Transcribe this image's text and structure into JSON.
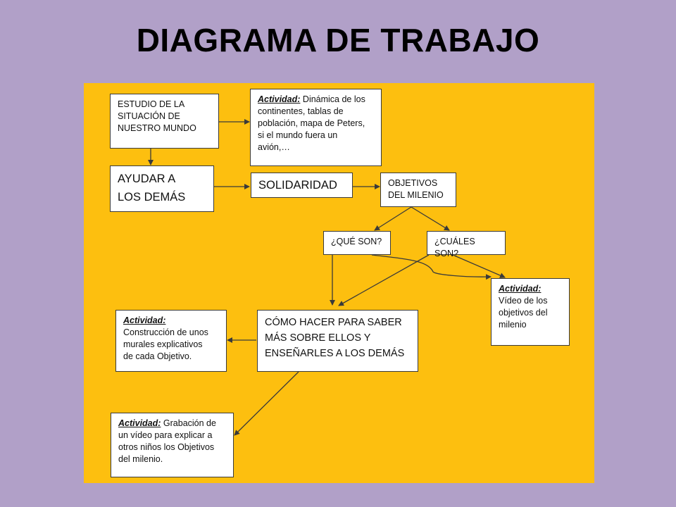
{
  "title": "DIAGRAMA DE TRABAJO",
  "colors": {
    "background": "#b1a0c8",
    "panel": "#fdbf0f",
    "box": "#ffffff",
    "arrow": "#3a3a3a"
  },
  "boxes": {
    "estudio": {
      "lines": [
        "ESTUDIO DE LA",
        "SITUACIÓN DE",
        "NUESTRO MUNDO"
      ]
    },
    "actividad_dinamica": {
      "label": "Actividad:",
      "lines": [
        " Dinámica de los",
        "continentes, tablas de",
        "población, mapa de Peters,",
        "si el mundo fuera un",
        "avión,…"
      ]
    },
    "ayudar": {
      "lines": [
        "AYUDAR A",
        "LOS DEMÁS"
      ]
    },
    "solidaridad": {
      "lines": [
        "SOLIDARIDAD"
      ]
    },
    "objetivos": {
      "lines": [
        "OBJETIVOS",
        "DEL MILENIO"
      ]
    },
    "que_son": {
      "lines": [
        "¿QUÉ SON?"
      ]
    },
    "cuales_son": {
      "lines": [
        "¿CUÁLES SON?"
      ]
    },
    "actividad_video": {
      "label": "Actividad:",
      "lines": [
        "Vídeo de los",
        "objetivos del",
        "milenio"
      ]
    },
    "como_hacer": {
      "lines": [
        "CÓMO HACER PARA SABER",
        "MÁS SOBRE ELLOS Y",
        "ENSEÑARLES A LOS DEMÁS"
      ]
    },
    "actividad_murales": {
      "label": "Actividad:",
      "lines": [
        "Construcción de unos",
        "murales explicativos",
        "de cada Objetivo."
      ]
    },
    "actividad_grabacion": {
      "label": "Actividad:",
      "lines": [
        " Grabación de",
        "un vídeo para explicar a",
        "otros niños los Objetivos",
        "del milenio."
      ]
    }
  }
}
